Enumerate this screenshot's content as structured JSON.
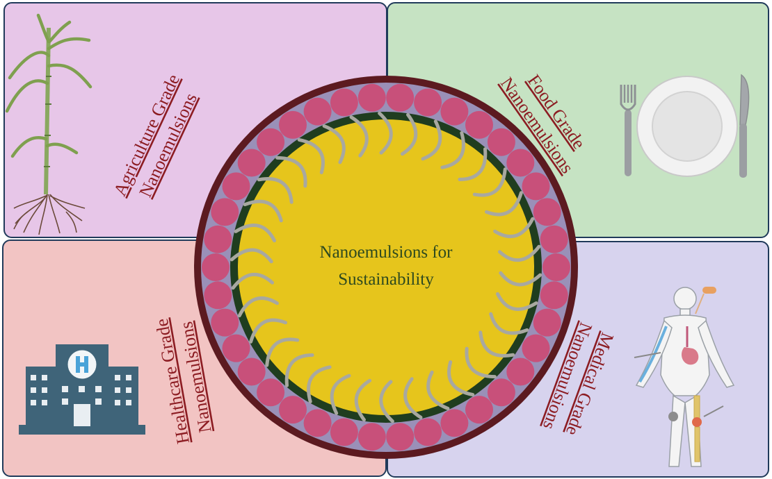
{
  "title": {
    "line1": "Nanoemulsions for",
    "line2": "Sustainability"
  },
  "quadrants": {
    "agriculture": {
      "line1": "Agriculture Grade",
      "line2": "Nanoemulsions",
      "icon": "sugarcane-plant-icon",
      "bg": "#e7c6e8"
    },
    "food": {
      "line1": "Food Grade",
      "line2": "Nanoemulsions",
      "icon": "plate-fork-knife-icon",
      "bg": "#c6e3c3"
    },
    "healthcare": {
      "line1": "Healthcare Grade",
      "line2": "Nanoemulsions",
      "icon": "hospital-building-icon",
      "bg": "#f2c4c3"
    },
    "medical": {
      "line1": "Medical Grade",
      "line2": "Nanoemulsions",
      "icon": "human-body-anatomy-icon",
      "bg": "#d7d3ee"
    }
  },
  "colors": {
    "label": "#8c1c22",
    "outer_ring": "#5c1a20",
    "shell": "#9a90b8",
    "droplet": "#c8507a",
    "inner_ring": "#1f3d1f",
    "core": "#e6c51c",
    "tail": "#a8a8a0",
    "panel_border": "#203a5a"
  }
}
